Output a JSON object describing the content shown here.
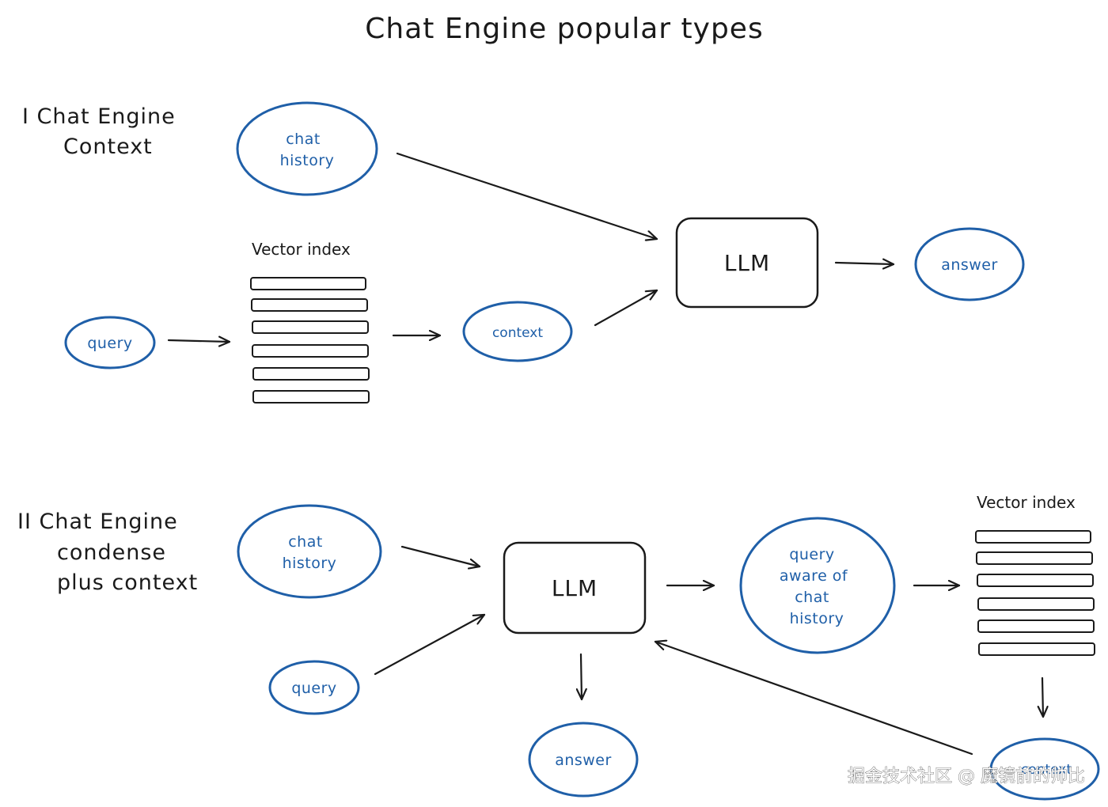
{
  "title": "Chat Engine popular types",
  "colors": {
    "ink": "#1a1a1a",
    "node_blue": "#1f5fa8",
    "background": "#ffffff"
  },
  "section1": {
    "label_line1": "I Chat Engine",
    "label_line2": "Context",
    "chat_history_line1": "chat",
    "chat_history_line2": "history",
    "vector_index_label": "Vector index",
    "query": "query",
    "context": "context",
    "llm": "LLM",
    "answer": "answer"
  },
  "section2": {
    "label_line1": "II Chat Engine",
    "label_line2": "condense",
    "label_line3": "plus context",
    "chat_history_line1": "chat",
    "chat_history_line2": "history",
    "query": "query",
    "llm": "LLM",
    "aware_line1": "query",
    "aware_line2": "aware of",
    "aware_line3": "chat",
    "aware_line4": "history",
    "vector_index_label": "Vector index",
    "answer": "answer",
    "context": "context"
  },
  "watermark": "掘金技术社区 @ 魔镜前的帅比"
}
